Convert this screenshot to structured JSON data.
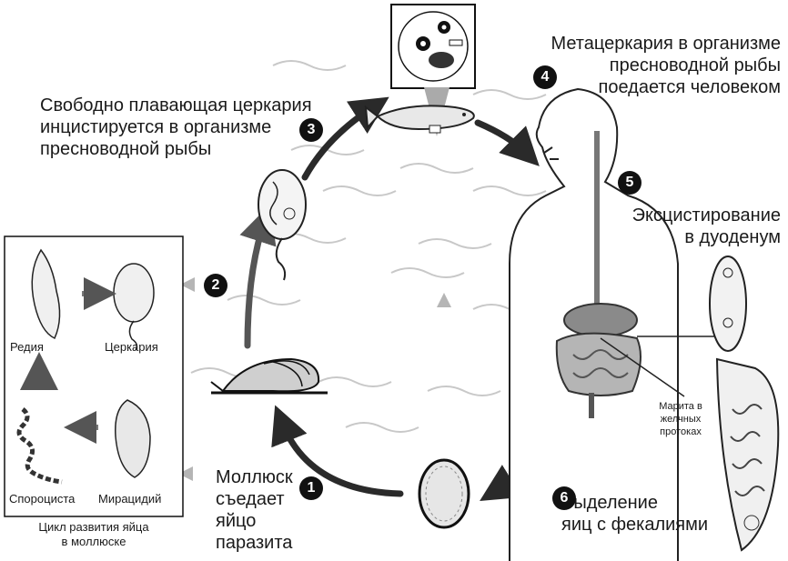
{
  "steps": [
    {
      "num": "1",
      "text": "Моллюск\nсъедает\nяйцо\nпаразита"
    },
    {
      "num": "2",
      "text": ""
    },
    {
      "num": "3",
      "text": "Свободно плавающая церкария\nинцистируется в организме\nпресноводной рыбы"
    },
    {
      "num": "4",
      "text": "Метацеркария в организме\nпресноводной рыбы\nпоедается человеком"
    },
    {
      "num": "5",
      "text": "Эксцистирование\nв дуоденум"
    },
    {
      "num": "6",
      "text": "Выделение\nяиц с фекалиями"
    }
  ],
  "inset": {
    "redia": "Редия",
    "cercaria": "Церкария",
    "sporocyst": "Спороциста",
    "miracidium": "Мирацидий",
    "caption": "Цикл развития яйца\nв моллюске"
  },
  "marita_label": "Марита в\nжелчных\nпротоках"
}
